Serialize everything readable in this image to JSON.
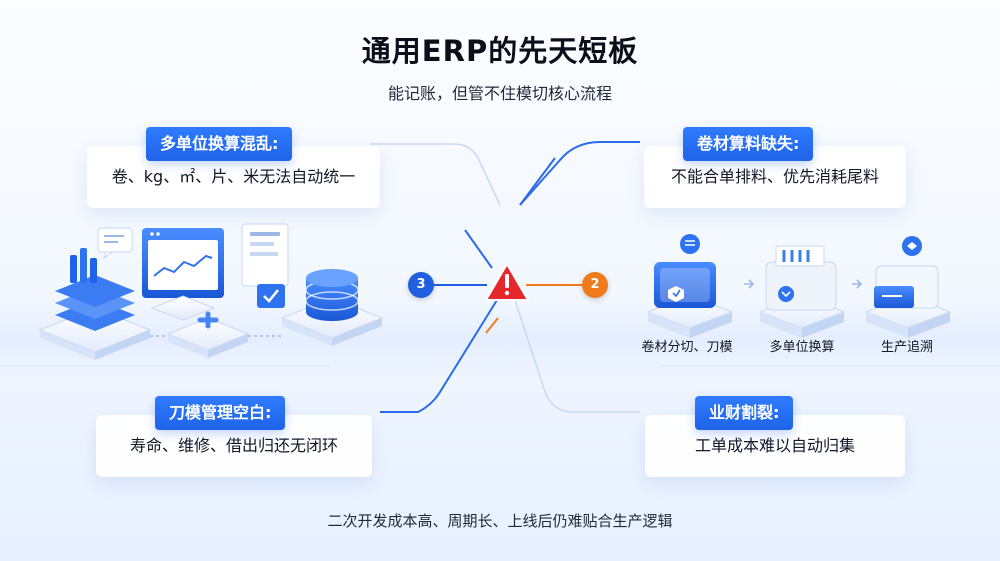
{
  "title": "通用ERP的先天短板",
  "subtitle": "能记账，但管不住模切核心流程",
  "footer": "二次开发成本高、周期长、上线后仍难贴合生产逻辑",
  "panels": {
    "top_left": {
      "tag": "多单位换算混乱:",
      "text": "卷、kg、㎡、片、米无法自动统一"
    },
    "top_right": {
      "tag": "卷材算料缺失:",
      "text": "不能合单排料、优先消耗尾料"
    },
    "bottom_left": {
      "tag": "刀模管理空白:",
      "text": "寿命、维修、借出归还无闭环"
    },
    "bottom_right": {
      "tag": "业财割裂:",
      "text": "工单成本难以自动归集"
    }
  },
  "center": {
    "alert_icon": "warning-triangle-icon",
    "badge_left": "3",
    "badge_right": "2"
  },
  "process_icons": [
    {
      "label": "卷材分切、刀模",
      "icon": "roll-cutting-icon"
    },
    {
      "label": "多单位换算",
      "icon": "unit-conversion-icon"
    },
    {
      "label": "生产追溯",
      "icon": "production-trace-icon"
    }
  ],
  "left_icons": [
    "building-chart-icon",
    "chat-bubble-icon",
    "monitor-chart-icon",
    "document-check-icon",
    "plus-tile-icon",
    "database-icon"
  ],
  "colors": {
    "primary": "#1f63e8",
    "alert": "#e5262c",
    "orange": "#f07b1d",
    "badge_blue": "#1f5fe0"
  }
}
